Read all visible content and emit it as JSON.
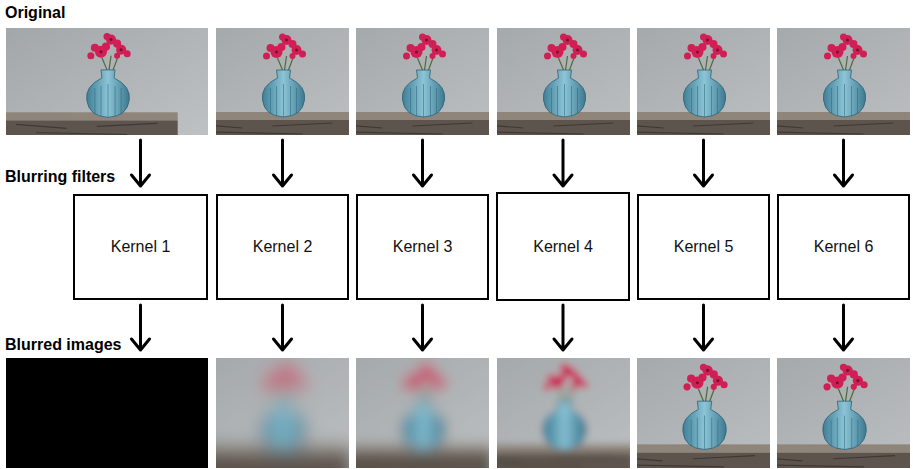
{
  "diagram": {
    "nodes": [
      {
        "text": [
          "Kernel 1"
        ]
      },
      {
        "text": [
          "Kernel 2"
        ]
      },
      {
        "text": [
          "Kernel 3"
        ]
      },
      {
        "text": [
          "Kernel 4"
        ]
      },
      {
        "text": [
          "Kernel 5"
        ]
      },
      {
        "text": [
          "Kernel 6"
        ]
      }
    ],
    "labels": [
      "Original",
      "Blurring filters",
      "Blurred images"
    ]
  }
}
